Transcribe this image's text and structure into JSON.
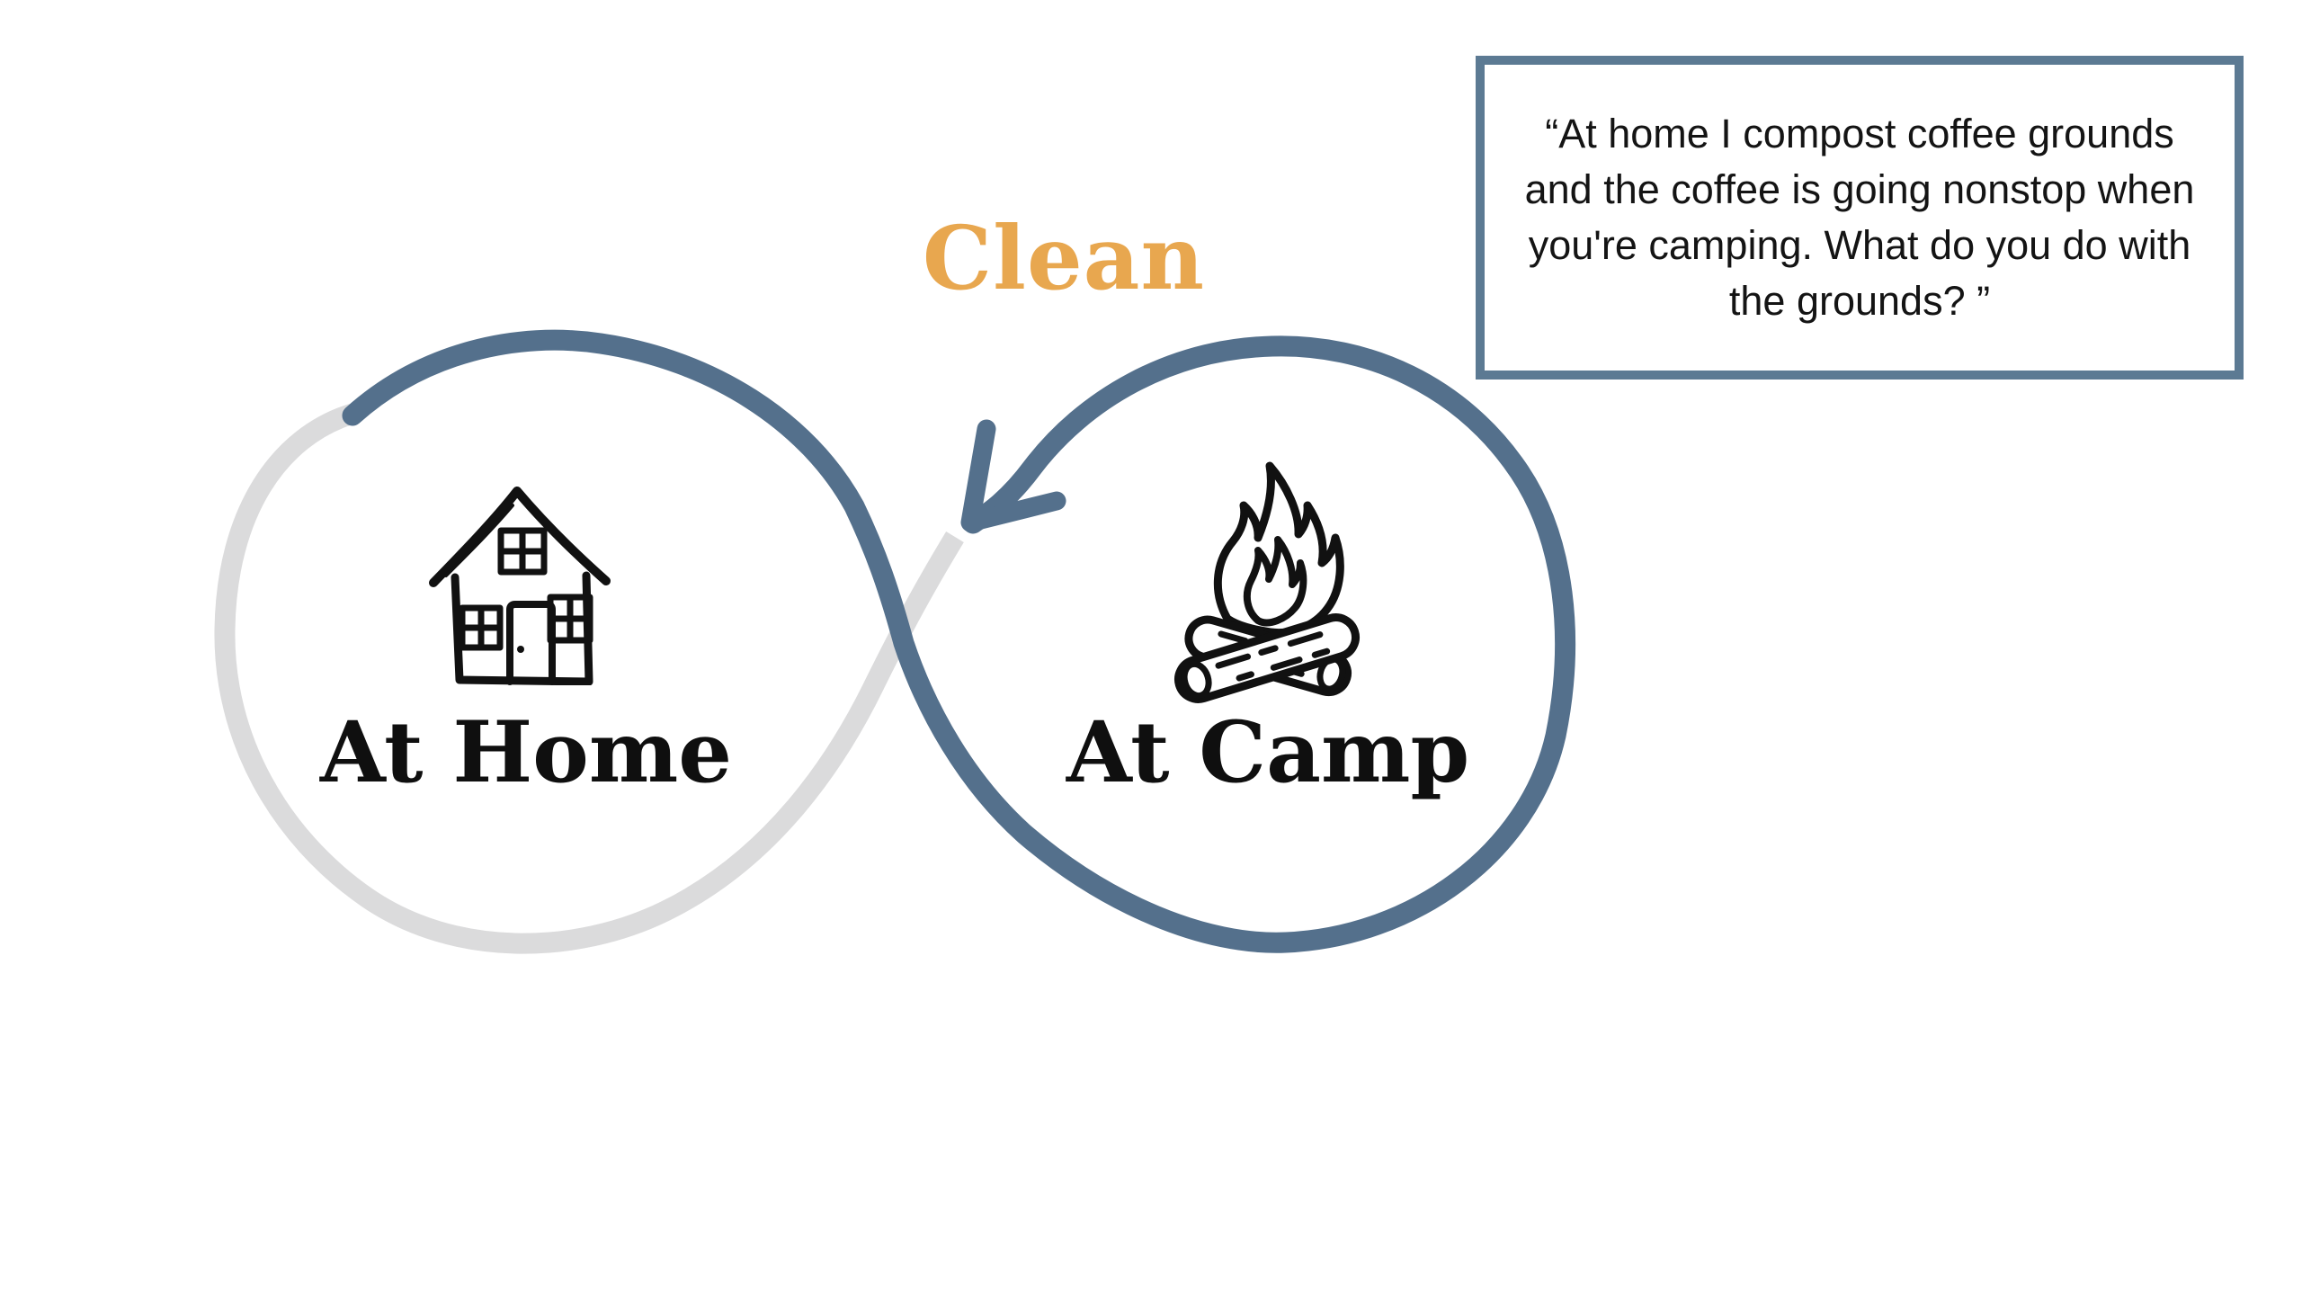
{
  "page": {
    "background": "#ffffff",
    "type": "infinity-loop slide diagram"
  },
  "diagram": {
    "stage_label": "Clean",
    "stage_label_color": "#E8A74F",
    "loop_active_color": "#54708C",
    "loop_inactive_color": "#DBDBDC",
    "arrow_direction": "down-left from camp loop toward home loop",
    "nodes": [
      {
        "label": "At Home",
        "icon": "house-icon"
      },
      {
        "label": "At Camp",
        "icon": "campfire-icon"
      }
    ],
    "label_color": "#0f0f0f"
  },
  "quote_box": {
    "text": "“At home I compost coffee grounds and the coffee is going nonstop when you're camping. What do you do with the grounds? ”",
    "border_color": "#5C7A93",
    "text_color": "#141414",
    "background": "#ffffff"
  }
}
